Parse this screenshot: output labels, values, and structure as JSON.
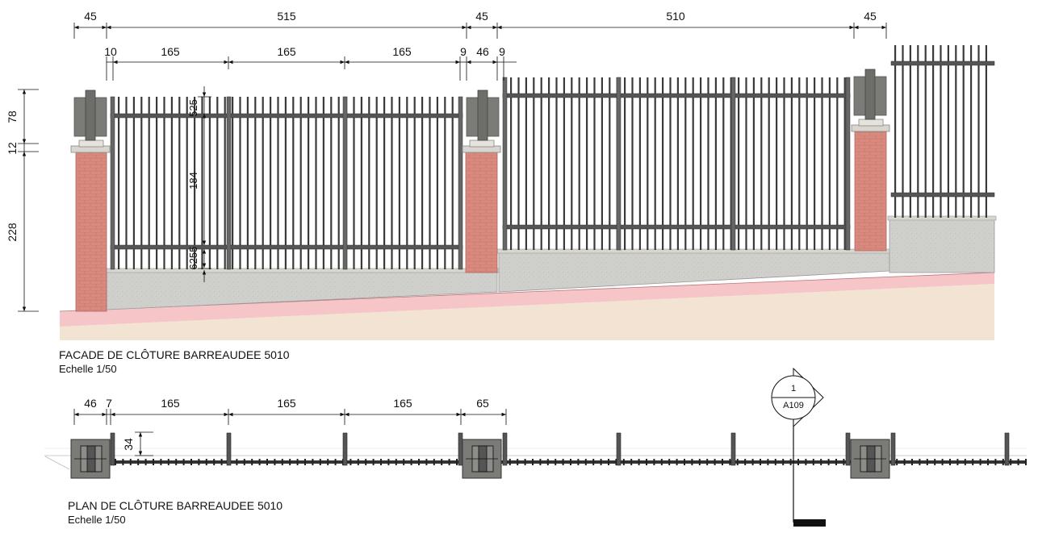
{
  "facade": {
    "title": "FACADE DE CLÔTURE BARREAUDEE 5010",
    "scale": "Echelle 1/50",
    "dims_top": [
      "45",
      "515",
      "45",
      "510",
      "45"
    ],
    "dims_second": [
      "10",
      "165",
      "165",
      "165",
      "9",
      "46",
      "9"
    ],
    "dims_vertical_left": [
      "78",
      "12",
      "228"
    ],
    "dims_panel": [
      "525",
      "184",
      "6255"
    ]
  },
  "plan": {
    "title": "PLAN DE CLÔTURE BARREAUDEE 5010",
    "scale": "Echelle 1/50",
    "dims_top": [
      "46",
      "7",
      "165",
      "165",
      "165",
      "65"
    ],
    "dims_vertical": [
      "34"
    ]
  },
  "section_marker": {
    "number": "1",
    "sheet": "A109"
  },
  "colors": {
    "brick": "#d98a7e",
    "cap": "#d9d6cf",
    "steel": "#444444",
    "grey_panel": "#7b7b78",
    "wall": "#cfcfcb",
    "pink_strip": "#f6c5c7",
    "ground": "#f3e3d3"
  }
}
